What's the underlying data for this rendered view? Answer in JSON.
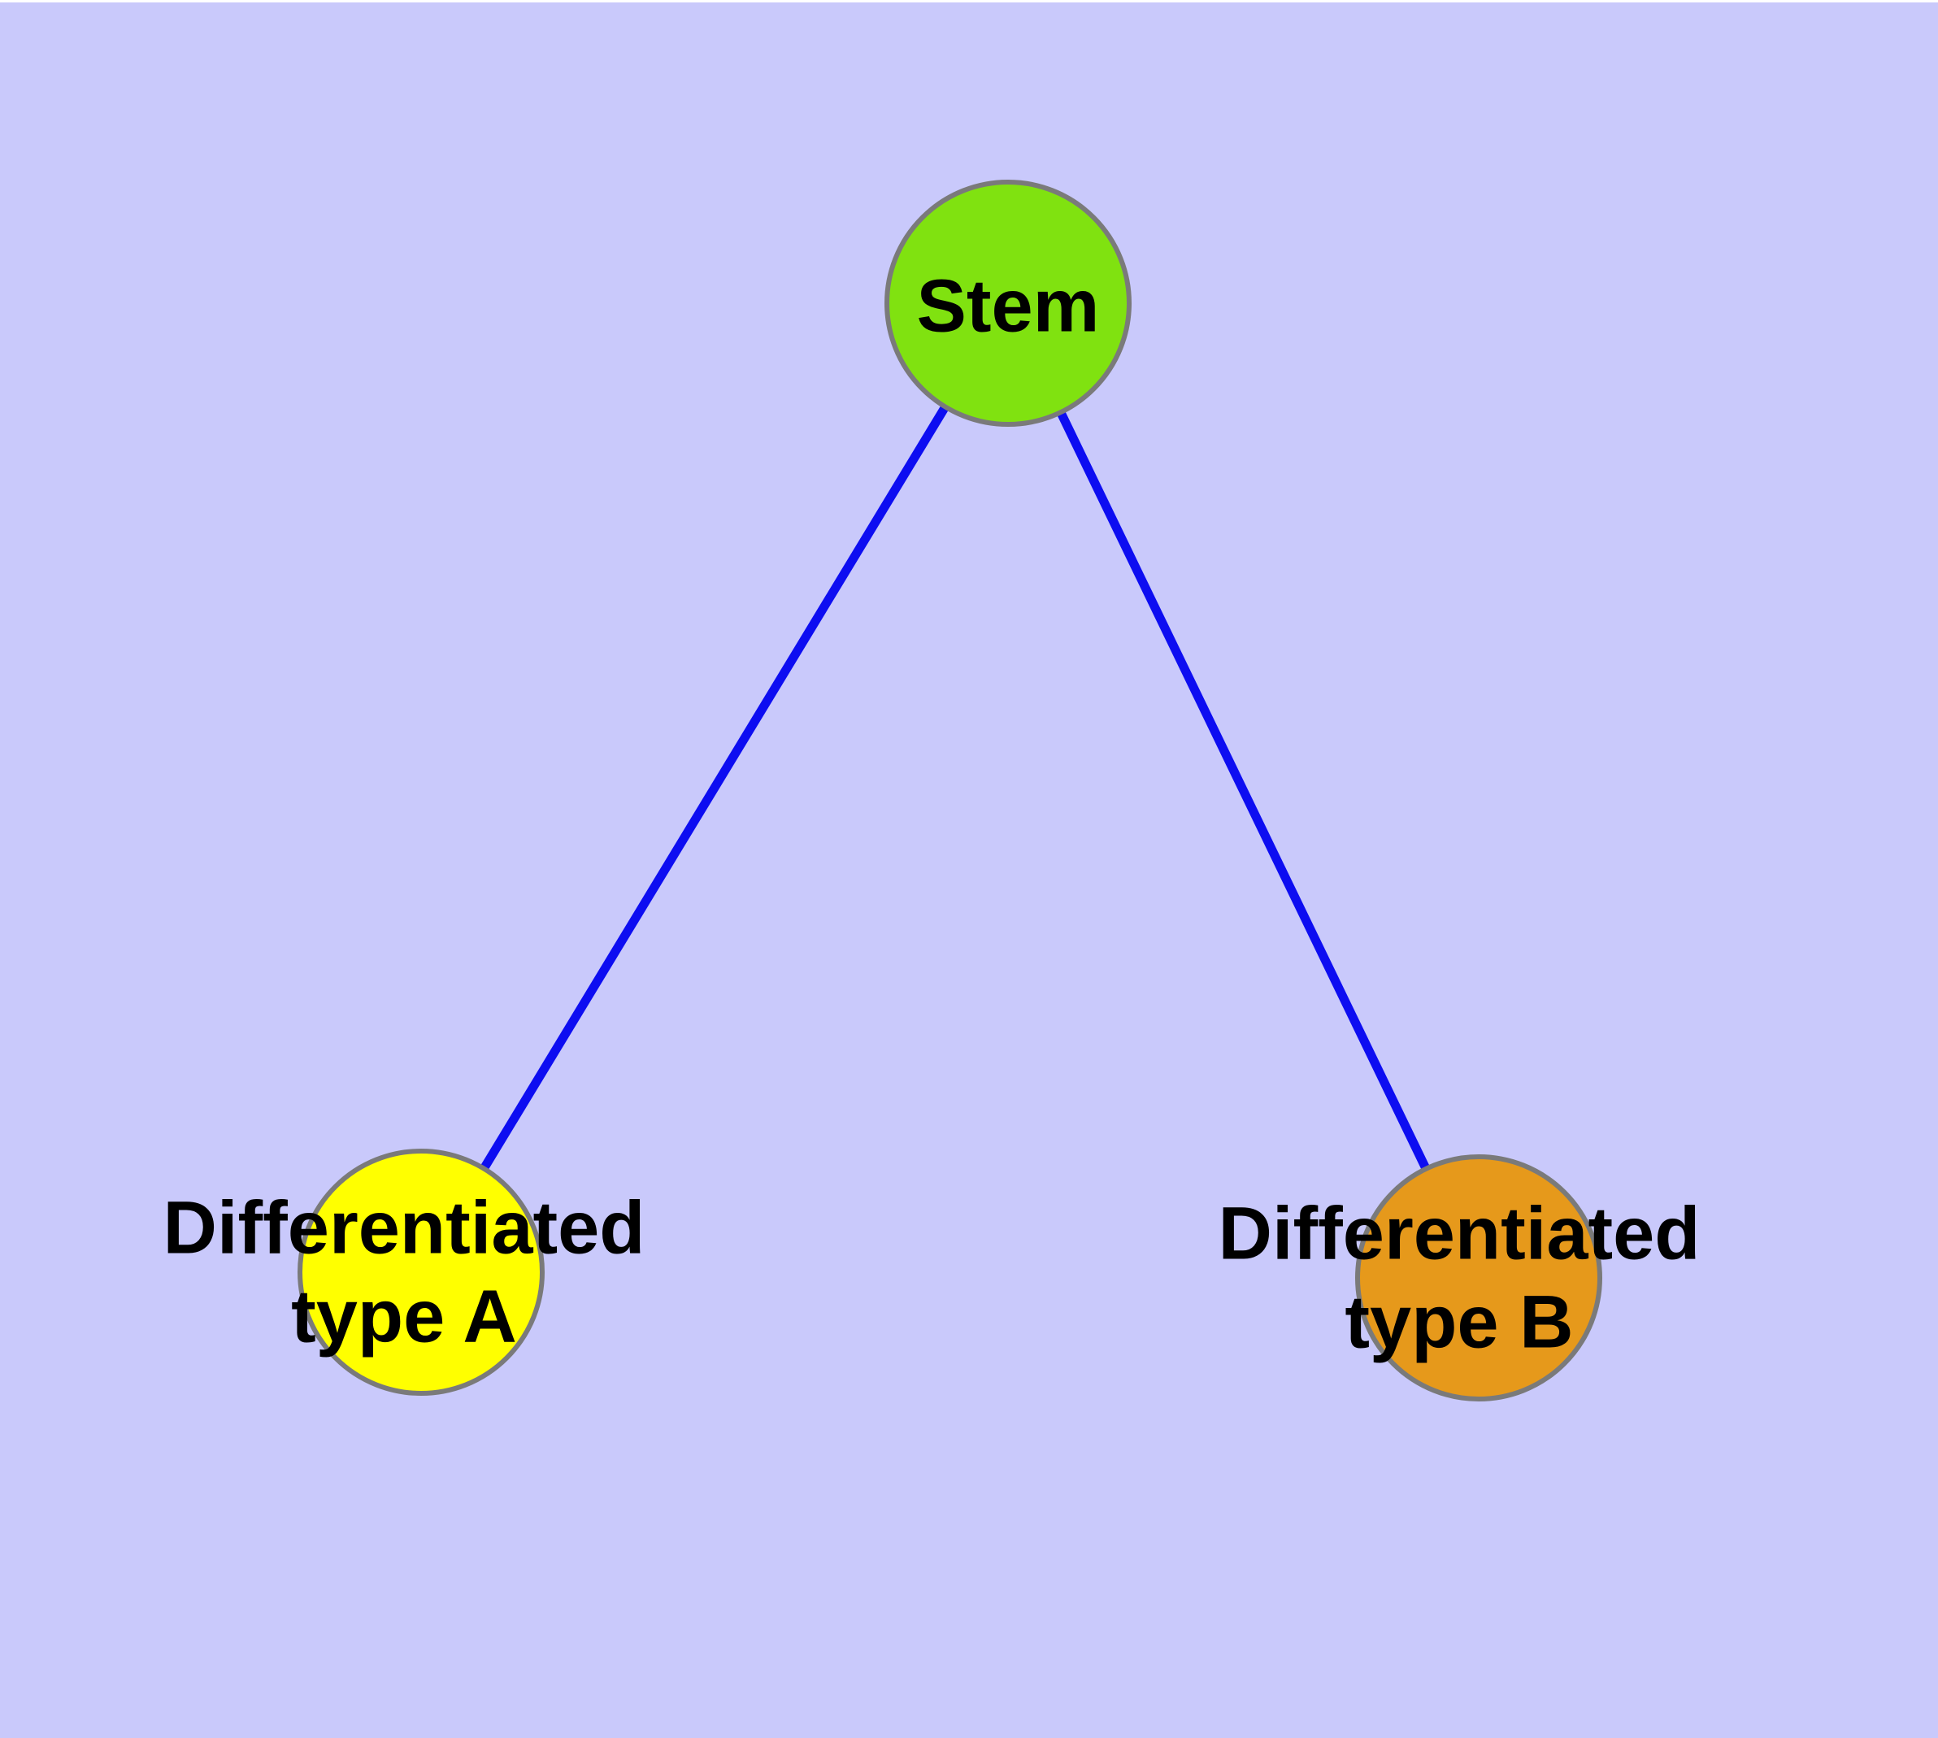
{
  "diagram": {
    "background_color": "#c9c9fb",
    "node_border_color": "#7a7a7a",
    "edge_color": "#0d0df1",
    "nodes": [
      {
        "id": "stem",
        "label": "Stem",
        "fill": "#80e210"
      },
      {
        "id": "type-a",
        "label": "Differentiated\ntype A",
        "fill": "#ffff00"
      },
      {
        "id": "type-b",
        "label": "Differentiated\ntype B",
        "fill": "#e6991b"
      }
    ],
    "edges": [
      {
        "from": "stem",
        "to": "type-a"
      },
      {
        "from": "stem",
        "to": "type-b"
      }
    ]
  }
}
